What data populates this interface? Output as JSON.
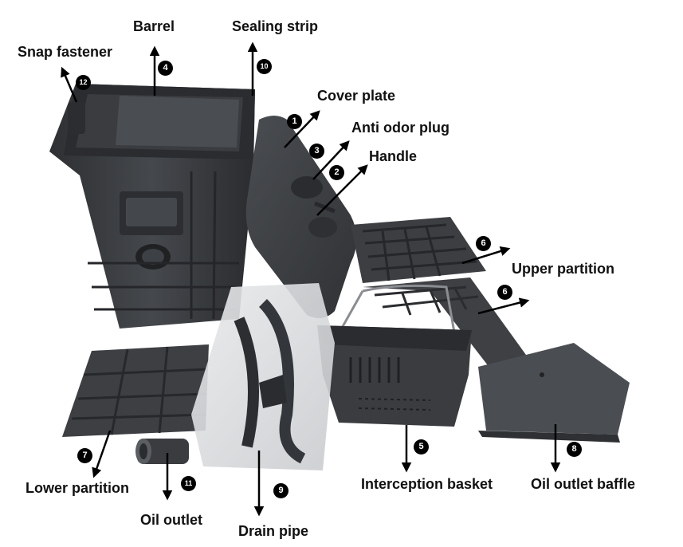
{
  "parts": [
    {
      "id": "cover-plate",
      "number": "1",
      "label": "Cover plate"
    },
    {
      "id": "handle",
      "number": "2",
      "label": "Handle"
    },
    {
      "id": "anti-odor-plug",
      "number": "3",
      "label": "Anti odor plug"
    },
    {
      "id": "barrel",
      "number": "4",
      "label": "Barrel"
    },
    {
      "id": "interception-basket",
      "number": "5",
      "label": "Interception basket"
    },
    {
      "id": "upper-partition",
      "number": "6",
      "label": "Upper partition"
    },
    {
      "id": "upper-partition-2",
      "number": "6",
      "label": ""
    },
    {
      "id": "lower-partition",
      "number": "7",
      "label": "Lower partition"
    },
    {
      "id": "oil-outlet-baffle",
      "number": "8",
      "label": "Oil outlet baffle"
    },
    {
      "id": "drain-pipe",
      "number": "9",
      "label": "Drain pipe"
    },
    {
      "id": "sealing-strip",
      "number": "10",
      "label": "Sealing strip"
    },
    {
      "id": "oil-outlet",
      "number": "11",
      "label": "Oil outlet"
    },
    {
      "id": "snap-fastener",
      "number": "12",
      "label": "Snap fastener"
    }
  ],
  "colors": {
    "plastic": "#3b3d40",
    "plastic_dark": "#25272a",
    "plastic_light": "#55585c",
    "text": "#111111",
    "badge": "#000000"
  }
}
